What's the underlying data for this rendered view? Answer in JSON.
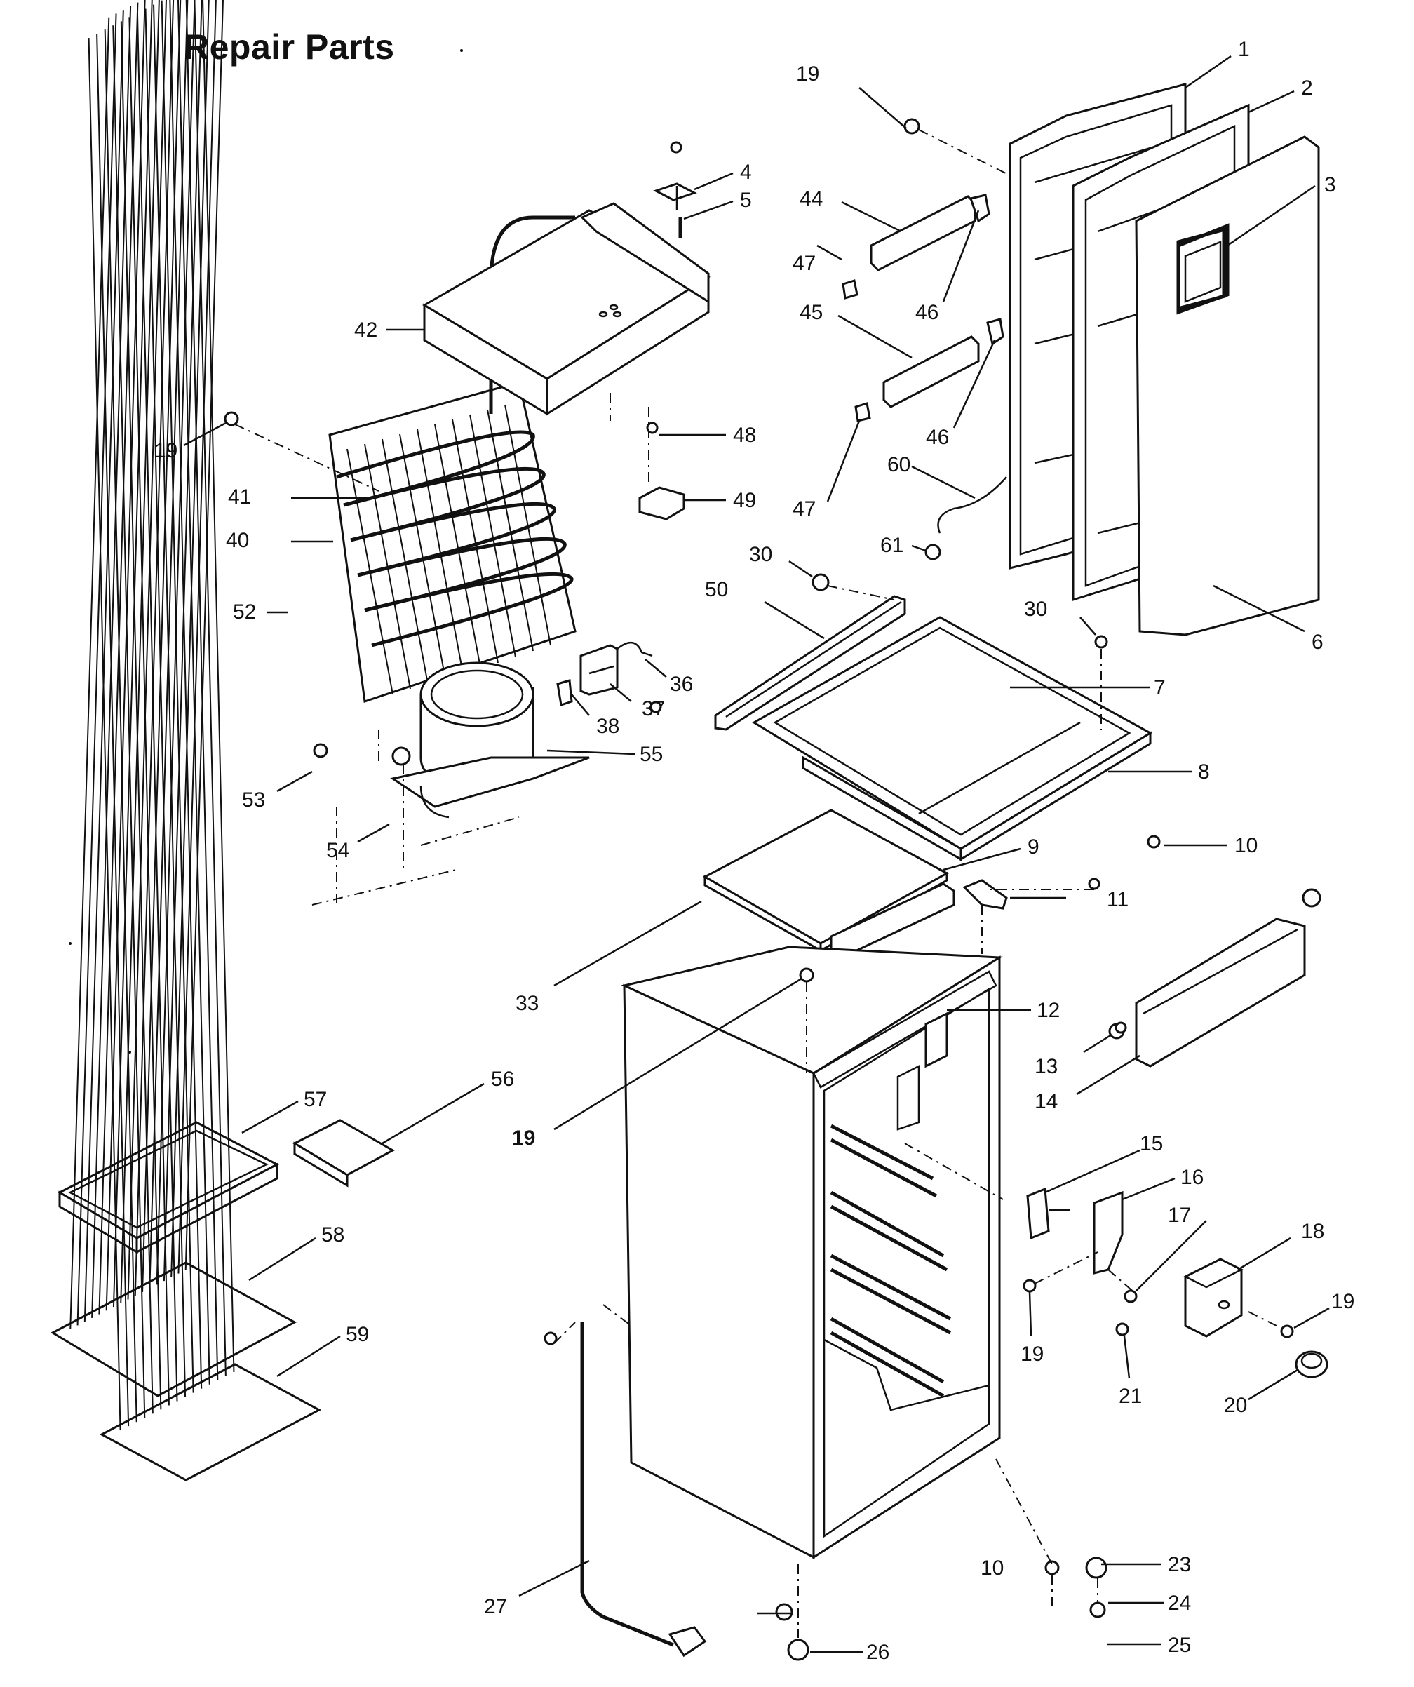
{
  "title": "Repair Parts",
  "callouts": [
    "1",
    "2",
    "3",
    "4",
    "5",
    "6",
    "7",
    "8",
    "9",
    "10",
    "10",
    "10",
    "11",
    "12",
    "13",
    "14",
    "15",
    "16",
    "17",
    "18",
    "19",
    "19",
    "19",
    "19",
    "19",
    "19",
    "20",
    "21",
    "23",
    "24",
    "25",
    "26",
    "27",
    "30",
    "30",
    "33",
    "36",
    "37",
    "38",
    "40",
    "41",
    "42",
    "44",
    "45",
    "46",
    "46",
    "47",
    "47",
    "48",
    "49",
    "50",
    "52",
    "53",
    "54",
    "55",
    "56",
    "57",
    "58",
    "59",
    "60",
    "61"
  ]
}
